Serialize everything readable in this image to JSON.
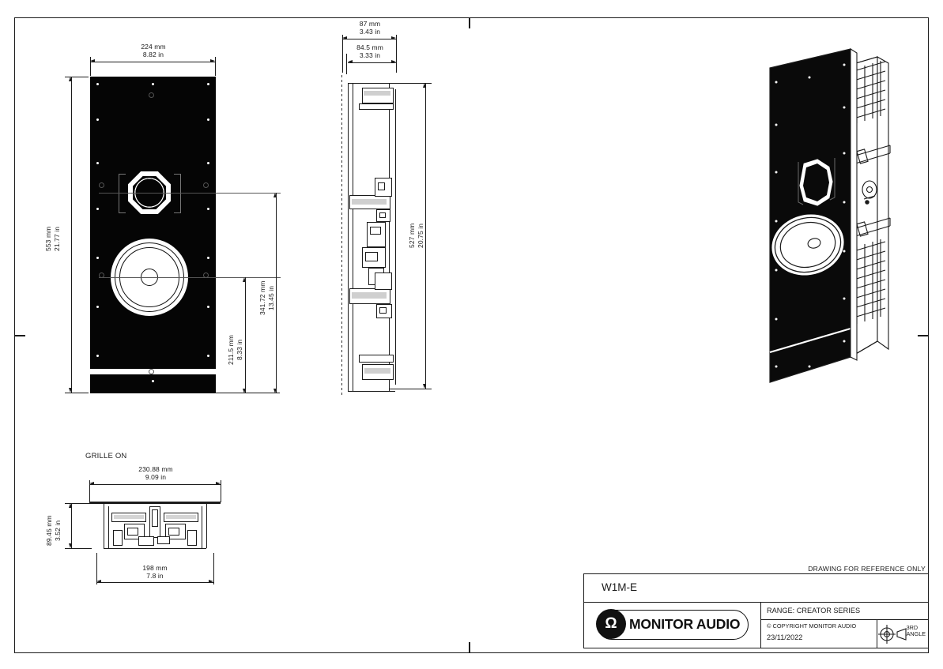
{
  "drawing": {
    "reference_note": "DRAWING FOR REFERENCE ONLY",
    "section_label_grille": "GRILLE ON"
  },
  "title_block": {
    "model": "W1M-E",
    "range": "RANGE: CREATOR SERIES",
    "copyright": "© COPYRIGHT MONITOR AUDIO",
    "date": "23/11/2022",
    "projection_line1": "3RD",
    "projection_line2": "ANGLE",
    "brand_name": "MONITOR AUDIO",
    "brand_mark": "Ω"
  },
  "dimensions": {
    "front_width": {
      "mm": "224 mm",
      "in": "8.82 in"
    },
    "front_height": {
      "mm": "553 mm",
      "in": "21.77 in"
    },
    "tweeter_from_bottom": {
      "mm": "341.72 mm",
      "in": "13.45 in"
    },
    "woofer_from_bottom": {
      "mm": "211.5 mm",
      "in": "8.33 in"
    },
    "side_depth_total": {
      "mm": "87 mm",
      "in": "3.43 in"
    },
    "side_depth_inner": {
      "mm": "84.5 mm",
      "in": "3.33 in"
    },
    "side_height": {
      "mm": "527 mm",
      "in": "20.75 in"
    },
    "grille_width": {
      "mm": "230.88 mm",
      "in": "9.09 in"
    },
    "grille_height": {
      "mm": "89.45 mm",
      "in": "3.52 in"
    },
    "grille_cutout_width": {
      "mm": "198 mm",
      "in": "7.8 in"
    }
  },
  "colors": {
    "line": "#1b1b1b",
    "baffle": "#050505",
    "paper": "#ffffff"
  }
}
